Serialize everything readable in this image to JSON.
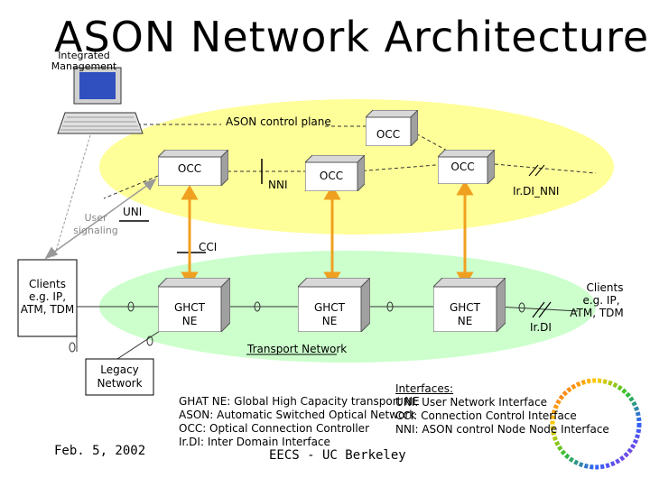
{
  "title": "ASON Network Architecture",
  "integrated_management": [
    "Integrated",
    "Management"
  ],
  "control_plane_label": "ASON control plane",
  "occ_nodes": [
    "OCC",
    "OCC",
    "OCC",
    "OCC"
  ],
  "nni_label": "NNI",
  "irdi_nni_label": "Ir.DI_NNI",
  "uni_label": "UNI",
  "user_signaling": [
    "User",
    "signaling"
  ],
  "cci_label": "CCI",
  "ghct_nodes": [
    [
      "GHCT",
      "NE"
    ],
    [
      "GHCT",
      "NE"
    ],
    [
      "GHCT",
      "NE"
    ]
  ],
  "clients_left": [
    "Clients",
    "e.g. IP,",
    "ATM, TDM"
  ],
  "clients_right": [
    "Clients",
    "e.g. IP,",
    "ATM, TDM"
  ],
  "irdi_label": "Ir.DI",
  "transport_label": "Transport Network",
  "legacy": [
    "Legacy",
    "Network"
  ],
  "definitions": [
    "GHAT NE: Global High Capacity transport NE",
    "ASON: Automatic Switched Optical Network",
    "OCC: Optical Connection Controller",
    "Ir.DI: Inter Domain Interface"
  ],
  "interfaces": [
    "Interfaces:",
    "UNI: User Network Interface",
    "CCI: Connection Control Interface",
    "NNI: ASON control Node Node Interface"
  ],
  "date": "Feb. 5, 2002",
  "footer": "EECS - UC Berkeley",
  "colors": {
    "control_plane": "#ffff99",
    "transport_plane": "#ccffcc",
    "arrow": "#f0a020",
    "box_face": "#ffffff",
    "box_side": "#a0a0a0"
  }
}
